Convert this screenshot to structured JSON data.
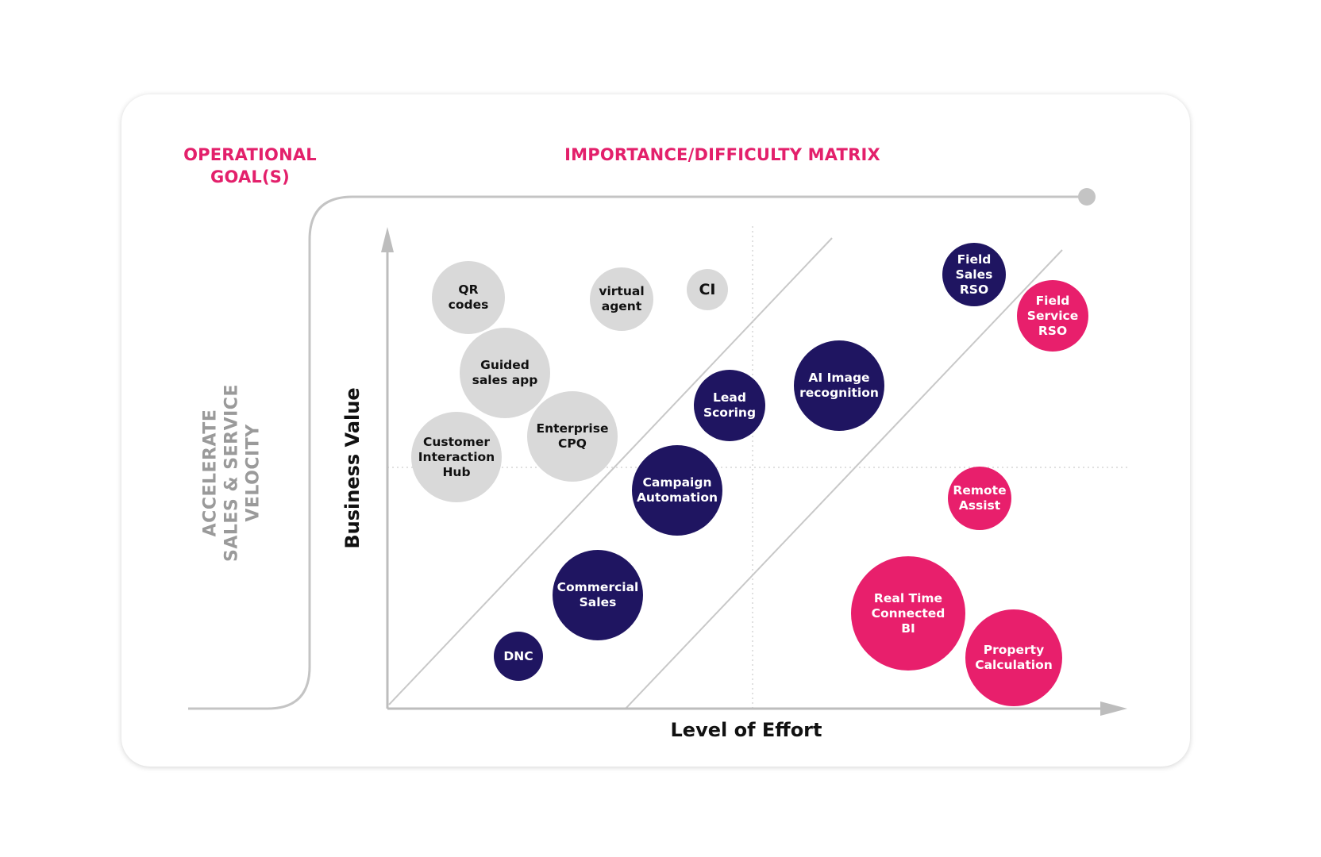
{
  "headings": {
    "operational_goal": "OPERATIONAL GOAL(S)",
    "matrix_title": "IMPORTANCE/DIFFICULTY MATRIX"
  },
  "goal": {
    "line1": "ACCELERATE",
    "line2": "SALES & SERVICE",
    "line3": "VELOCITY"
  },
  "axes": {
    "y_label": "Business Value",
    "x_label": "Level of Effort"
  },
  "colors": {
    "accent_pink": "#e3206b",
    "navy": "#1f1561",
    "grey_bubble": "#d9d9d9",
    "axis_grey": "#bfbfbf"
  },
  "bubbles": [
    {
      "id": "qr-codes",
      "lines": [
        "QR",
        "codes"
      ],
      "color": "grey"
    },
    {
      "id": "virtual-agent",
      "lines": [
        "virtual",
        "agent"
      ],
      "color": "grey"
    },
    {
      "id": "ci",
      "lines": [
        "CI"
      ],
      "color": "grey"
    },
    {
      "id": "guided-sales-app",
      "lines": [
        "Guided",
        "sales app"
      ],
      "color": "grey"
    },
    {
      "id": "enterprise-cpq",
      "lines": [
        "Enterprise",
        "CPQ"
      ],
      "color": "grey"
    },
    {
      "id": "customer-interaction-hub",
      "lines": [
        "Customer",
        "Interaction",
        "Hub"
      ],
      "color": "grey"
    },
    {
      "id": "lead-scoring",
      "lines": [
        "Lead",
        "Scoring"
      ],
      "color": "navy"
    },
    {
      "id": "ai-image-recognition",
      "lines": [
        "AI Image",
        "recognition"
      ],
      "color": "navy"
    },
    {
      "id": "campaign-automation",
      "lines": [
        "Campaign",
        "Automation"
      ],
      "color": "navy"
    },
    {
      "id": "commercial-sales",
      "lines": [
        "Commercial",
        "Sales"
      ],
      "color": "navy"
    },
    {
      "id": "dnc",
      "lines": [
        "DNC"
      ],
      "color": "navy"
    },
    {
      "id": "field-sales-rso",
      "lines": [
        "Field",
        "Sales",
        "RSO"
      ],
      "color": "navy"
    },
    {
      "id": "field-service-rso",
      "lines": [
        "Field",
        "Service",
        "RSO"
      ],
      "color": "pink"
    },
    {
      "id": "remote-assist",
      "lines": [
        "Remote",
        "Assist"
      ],
      "color": "pink"
    },
    {
      "id": "real-time-connected-bi",
      "lines": [
        "Real Time",
        "Connected",
        "BI"
      ],
      "color": "pink"
    },
    {
      "id": "property-calculation",
      "lines": [
        "Property",
        "Calculation"
      ],
      "color": "pink"
    }
  ]
}
